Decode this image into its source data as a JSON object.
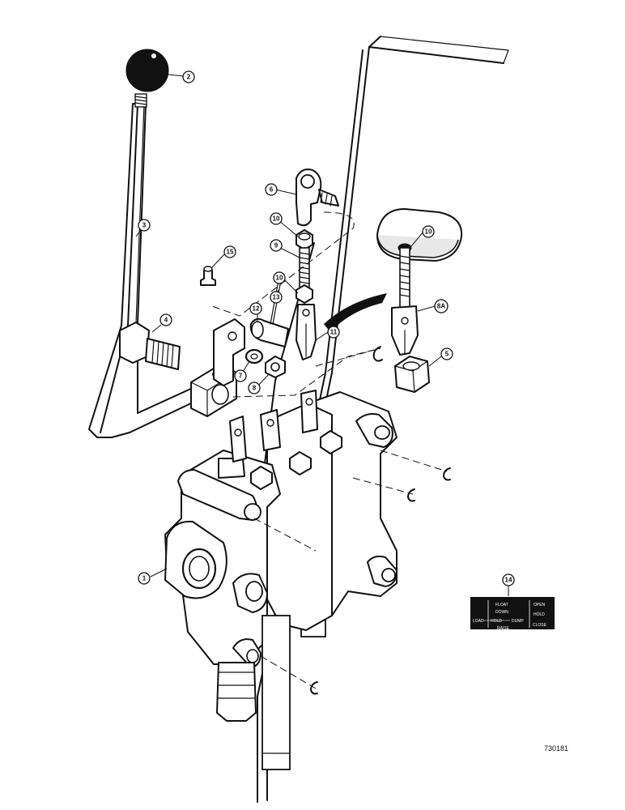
{
  "callouts": [
    {
      "num": "1"
    },
    {
      "num": "2"
    },
    {
      "num": "3"
    },
    {
      "num": "4"
    },
    {
      "num": "5"
    },
    {
      "num": "6"
    },
    {
      "num": "7"
    },
    {
      "num": "8"
    },
    {
      "num": "8A"
    },
    {
      "num": "9"
    },
    {
      "num": "10"
    },
    {
      "num": "10"
    },
    {
      "num": "10"
    },
    {
      "num": "11"
    },
    {
      "num": "12"
    },
    {
      "num": "13"
    },
    {
      "num": "14"
    },
    {
      "num": "15"
    }
  ],
  "decal": {
    "left_label": "LOAD",
    "top_label": "FLOAT",
    "upper_label": "DOWN",
    "middle_label": "HOLD",
    "lower_label": "RAISE",
    "middle_right_label": "DUMP",
    "right_top_label": "OPEN",
    "right_middle_label": "HOLD",
    "right_bottom_label": "CLOSE"
  },
  "figure_id": "730181"
}
